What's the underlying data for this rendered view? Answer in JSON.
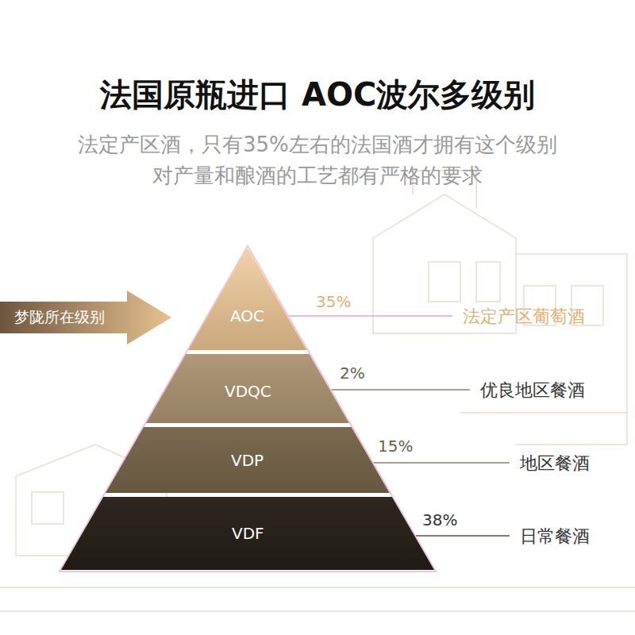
{
  "diagram": {
    "title": "法国原瓶进口 AOC波尔多级别",
    "nodes": [
      {
        "text": [
          "梦陇所在级别"
        ]
      },
      {
        "text": [
          "AOC"
        ]
      },
      {
        "text": [
          "VDQC"
        ]
      },
      {
        "text": [
          "VDP"
        ]
      },
      {
        "text": [
          "VDF"
        ]
      }
    ],
    "labels": [
      "法定产区酒，只有35%左右的法国酒才拥有这个级别",
      "对产量和酿酒的工艺都有严格的要求",
      "35%",
      "法定产区葡萄酒",
      "2%",
      "优良地区餐酒",
      "15%",
      "地区餐酒",
      "38%",
      "日常餐酒"
    ]
  }
}
